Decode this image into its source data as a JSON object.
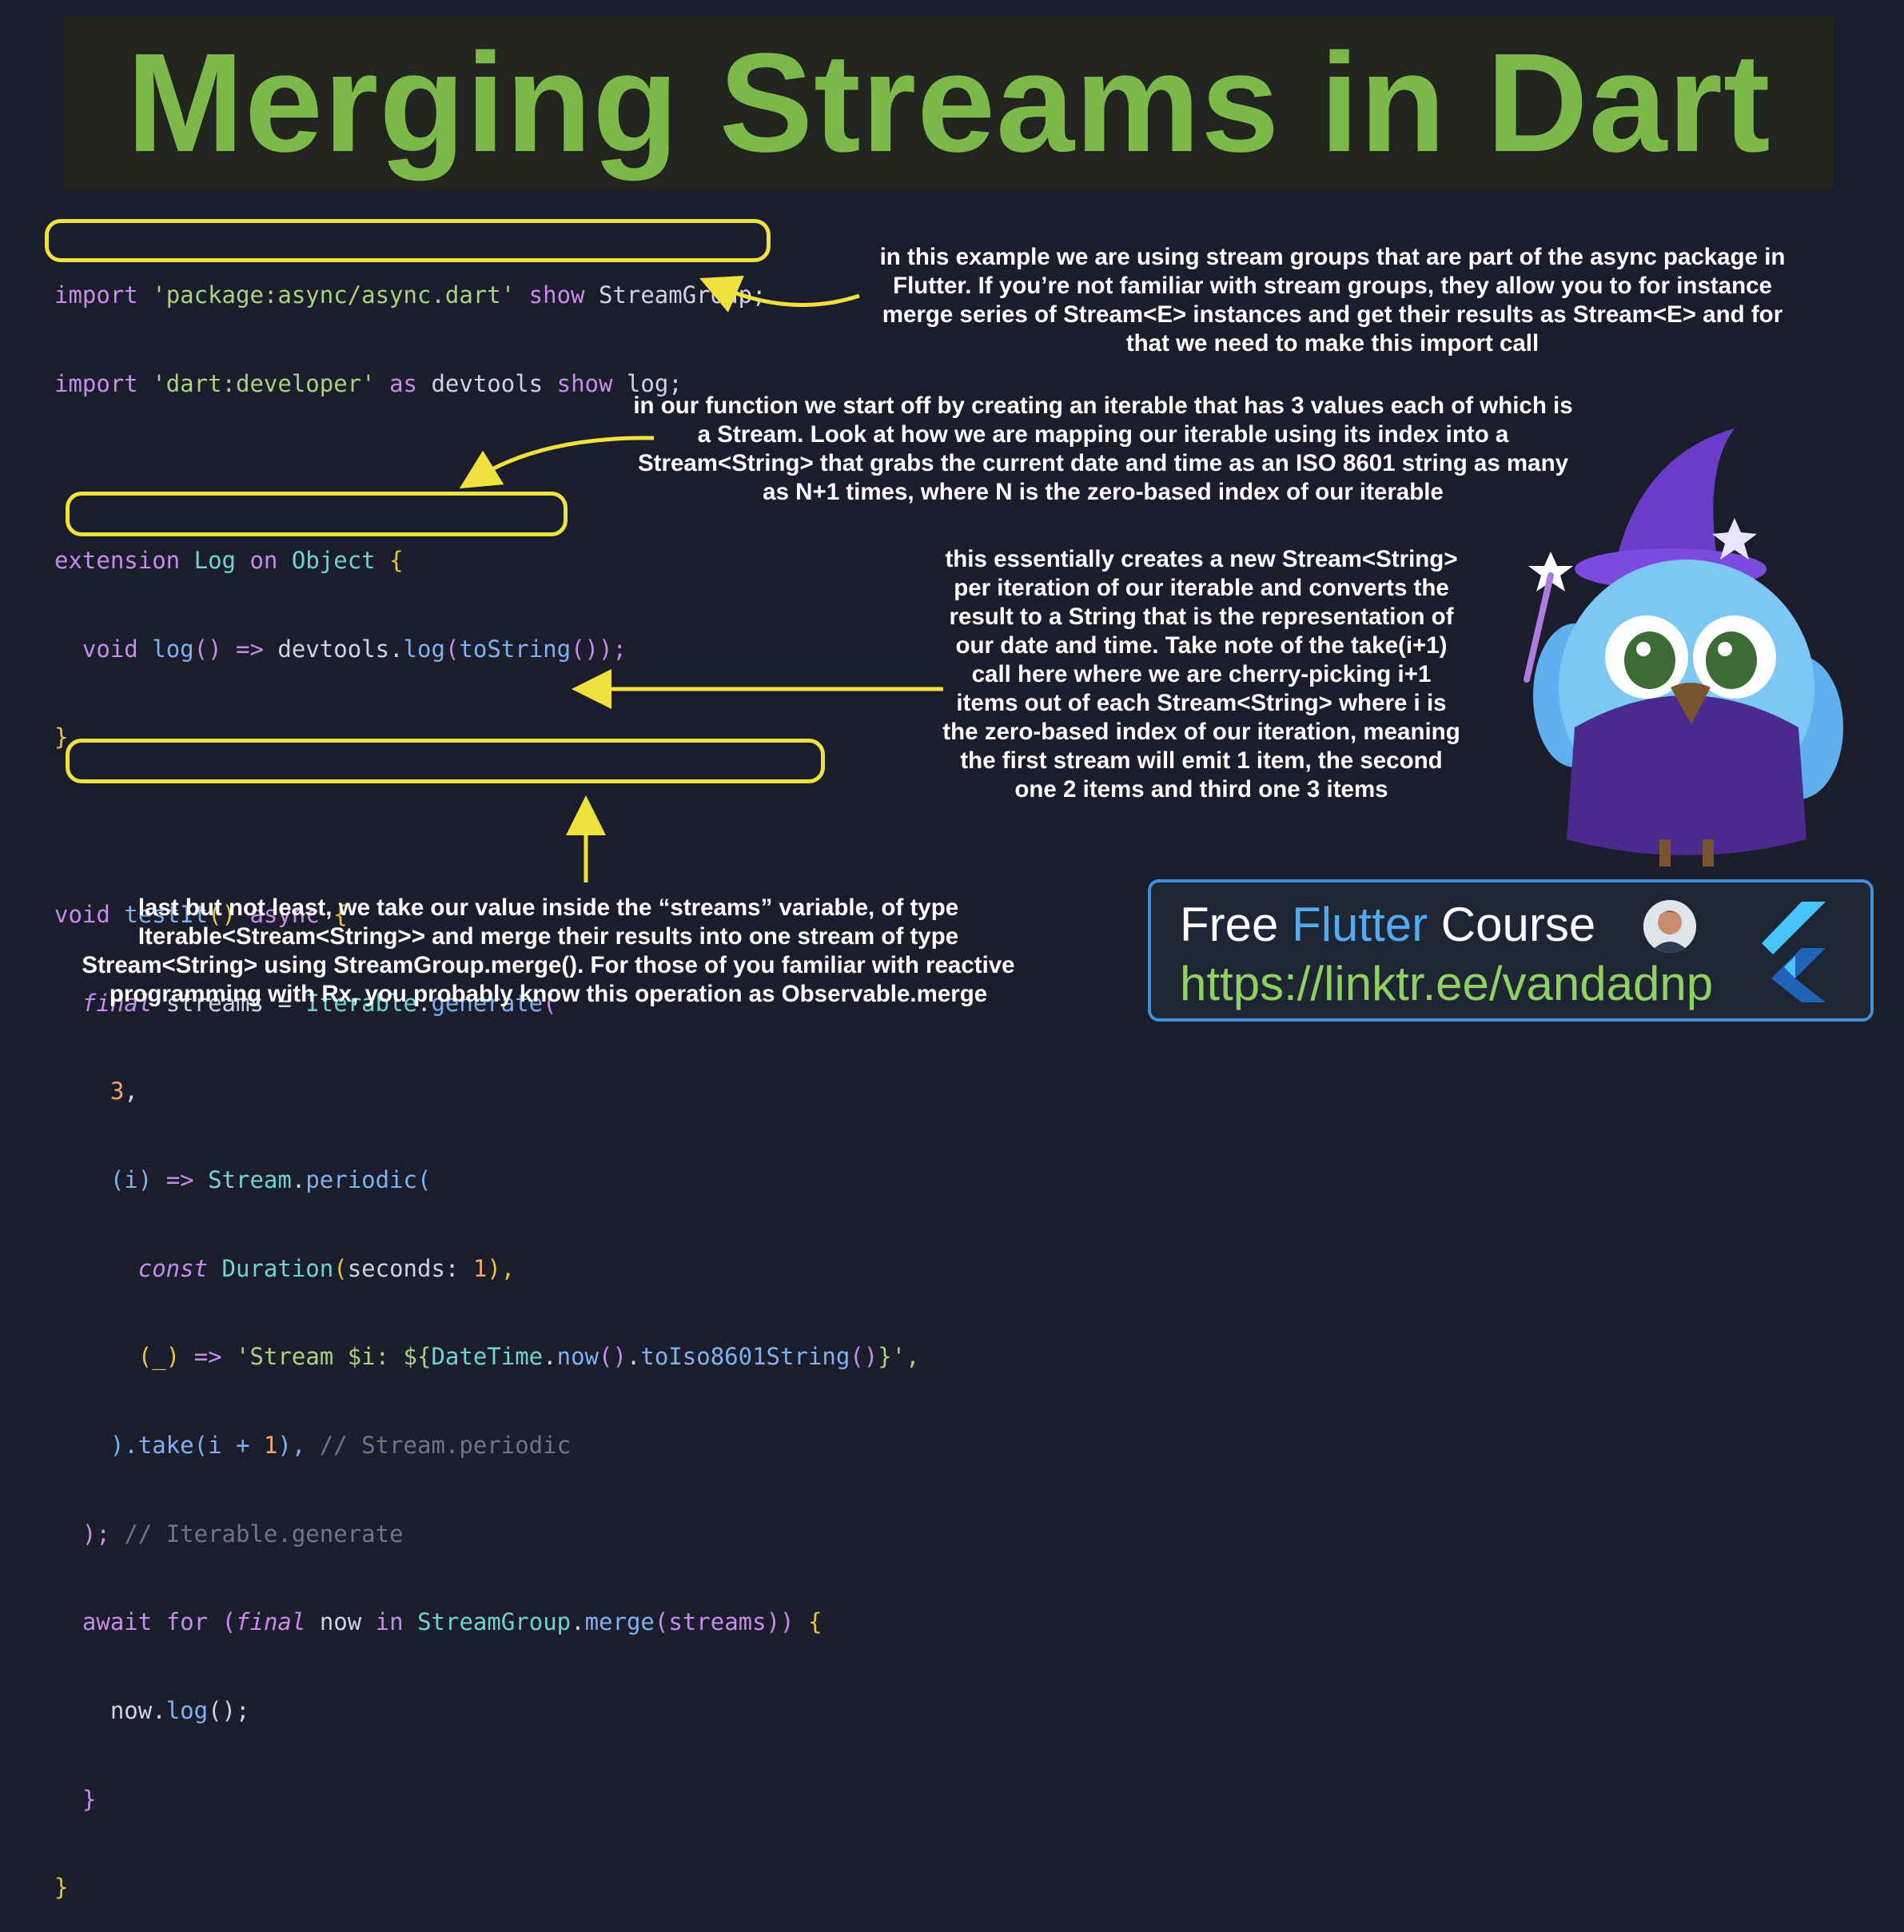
{
  "title": "Merging Streams in Dart",
  "code": {
    "line1": {
      "kw": "import",
      "str": "'package:async/async.dart'",
      "show": "show",
      "name": "StreamGroup;"
    },
    "line2": {
      "kw": "import",
      "str": "'dart:developer'",
      "as": "as",
      "alias": "devtools",
      "show": "show",
      "name": "log;"
    },
    "line4": {
      "kw": "extension",
      "name": "Log",
      "on": "on",
      "type": "Object",
      "brace": "{"
    },
    "line5": {
      "kw": "void",
      "fn": "log",
      "paren": "()",
      "arrow": "=>",
      "obj": "devtools.",
      "call": "log",
      "p1": "(",
      "inner": "toString",
      "p2": "());"
    },
    "line6": {
      "brace": "}"
    },
    "line8": {
      "kw": "void",
      "fn": "testIt",
      "paren": "()",
      "async": "async",
      "brace": "{"
    },
    "line9": {
      "kw": "final",
      "rest": "streams =",
      "type": "Iterable",
      "dot": ".",
      "fn": "generate",
      "paren": "("
    },
    "line10": {
      "num": "3",
      "rest": ","
    },
    "line11": {
      "args": "(i)",
      "arrow": "=>",
      "type": "Stream",
      "dot": ".",
      "fn": "periodic",
      "paren": "("
    },
    "line12": {
      "kw": "const",
      "type": "Duration",
      "p1": "(",
      "arg": "seconds:",
      "num": "1",
      "p2": "),"
    },
    "line13": {
      "arg": "(_)",
      "arrow": "=>",
      "str1": "'Stream $i: ${",
      "type": "DateTime",
      "dot1": ".",
      "fn1": "now",
      "paren1": "()",
      "dot2": ".",
      "fn2": "toIso8601String",
      "paren2": "()",
      "str2": "}',",
      "": ""
    },
    "line14": {
      "p": ").",
      "fn": "take",
      "args": "(i + ",
      "num": "1",
      "end": "),",
      "comment": "// Stream.periodic"
    },
    "line15": {
      "p": ");",
      "comment": "// Iterable.generate"
    },
    "line16": {
      "kw": "await",
      "kw2": "for",
      "p1": "(",
      "kw3": "final",
      "rest": "now",
      "in": "in",
      "type": "StreamGroup",
      "dot": ".",
      "fn": "merge",
      "args": "(streams))",
      "brace": "{"
    },
    "line17": {
      "obj": "now.",
      "fn": "log",
      "rest": "();"
    },
    "line18": {
      "brace": "}"
    },
    "line19": {
      "brace": "}"
    }
  },
  "notes": {
    "import_note": "in this example we are using stream groups that are part of the async package in Flutter. If you’re not familiar with stream groups, they allow you to for instance merge series of Stream<E> instances and get their results as Stream<E> and for that we need to make this import call",
    "function_note": "in our function we start off by creating an iterable that has 3 values each of which is a Stream. Look at how we are mapping our iterable using its index into a Stream<String> that grabs the current date and time as an ISO 8601 string as many as N+1 times, where N is the zero-based index of our iterable",
    "take_note": "this essentially creates a new Stream<String> per iteration of our iterable and converts the result to a String that is the representation of our date and time. Take note of the take(i+1) call here where we are cherry-picking i+1 items out of each Stream<String> where i is the zero-based index of our iteration, meaning the first stream will emit 1 item, the second one 2 items and third one 3 items",
    "merge_note": "last but not least, we take our value inside the “streams” variable, of type Iterable<Stream<String>> and merge their results into one stream of type Stream<String> using StreamGroup.merge(). For those of you familiar with reactive programming with Rx, you probably know this operation as Observable.merge"
  },
  "course": {
    "free": "Free",
    "flutter": "Flutter",
    "course": "Course",
    "link": "https://linktr.ee/vandadnp"
  },
  "colors": {
    "title_green": "#7cb84a",
    "highlight_yellow": "#f0e23e",
    "link_green": "#8fd05e",
    "flutter_blue": "#52aaf0",
    "course_border": "#3f8fd8"
  }
}
